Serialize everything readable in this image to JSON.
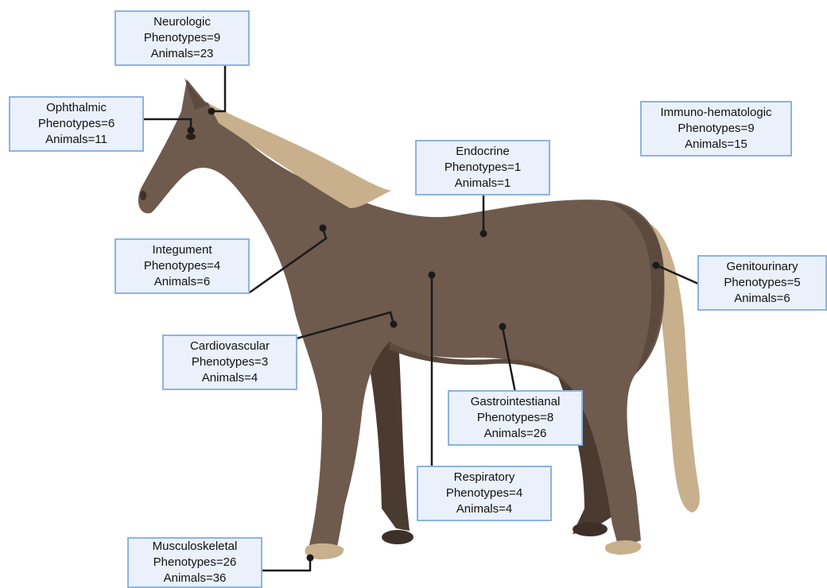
{
  "systems": [
    {
      "id": "neurologic",
      "name": "Neurologic",
      "phenotypes": "Phenotypes=9",
      "animals": "Animals=23"
    },
    {
      "id": "ophthalmic",
      "name": "Ophthalmic",
      "phenotypes": "Phenotypes=6",
      "animals": "Animals=11"
    },
    {
      "id": "immuno",
      "name": "Immuno-hematologic",
      "phenotypes": "Phenotypes=9",
      "animals": "Animals=15"
    },
    {
      "id": "endocrine",
      "name": "Endocrine",
      "phenotypes": "Phenotypes=1",
      "animals": "Animals=1"
    },
    {
      "id": "integument",
      "name": "Integument",
      "phenotypes": "Phenotypes=4",
      "animals": "Animals=6"
    },
    {
      "id": "genitourinary",
      "name": "Genitourinary",
      "phenotypes": "Phenotypes=5",
      "animals": "Animals=6"
    },
    {
      "id": "cardiovascular",
      "name": "Cardiovascular",
      "phenotypes": "Phenotypes=3",
      "animals": "Animals=4"
    },
    {
      "id": "gastro",
      "name": "Gastrointestianal",
      "phenotypes": "Phenotypes=8",
      "animals": "Animals=26"
    },
    {
      "id": "respiratory",
      "name": "Respiratory",
      "phenotypes": "Phenotypes=4",
      "animals": "Animals=4"
    },
    {
      "id": "musculoskeletal",
      "name": "Musculoskeletal",
      "phenotypes": "Phenotypes=26",
      "animals": "Animals=36"
    }
  ],
  "colors": {
    "coat": "#6f5a4e",
    "coat_dark": "#4a3a30",
    "coat_shadow": "#5c4a3f",
    "mane": "#c8b08c",
    "hoof_light": "#c8b08c",
    "box_fill": "#eaf1fb",
    "box_border": "#8db3e2",
    "leader_line": "#1a1a1a"
  }
}
